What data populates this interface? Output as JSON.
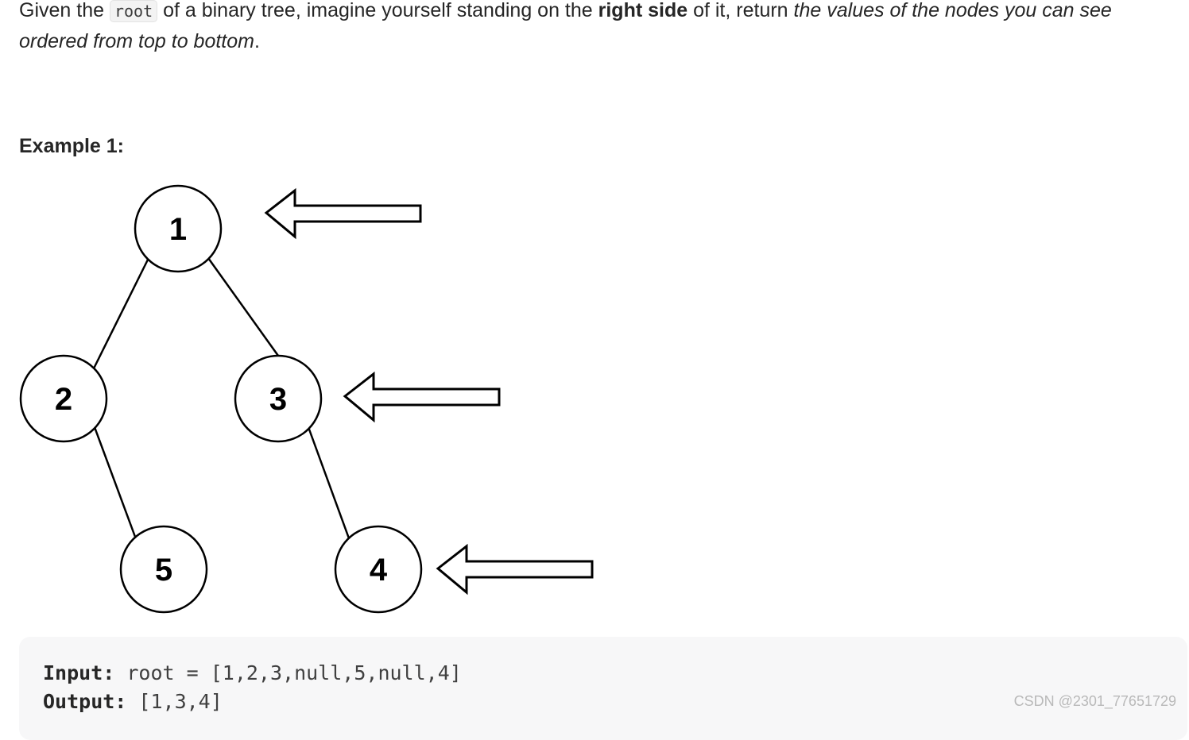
{
  "problem": {
    "intro_before_code": "Given the ",
    "code_term": "root",
    "intro_after_code": " of a binary tree, imagine yourself standing on the ",
    "emphasis_bold": "right side",
    "intro_after_bold": " of it, return ",
    "emphasis_italic": "the values of the nodes you can see ordered from top to bottom",
    "intro_end": "."
  },
  "example": {
    "heading": "Example 1:",
    "input_label": "Input:",
    "input_value": " root = [1,2,3,null,5,null,4]",
    "output_label": "Output:",
    "output_value": " [1,3,4]"
  },
  "tree": {
    "nodes": {
      "n1": "1",
      "n2": "2",
      "n3": "3",
      "n5": "5",
      "n4": "4"
    }
  },
  "watermark": "CSDN @2301_77651729"
}
